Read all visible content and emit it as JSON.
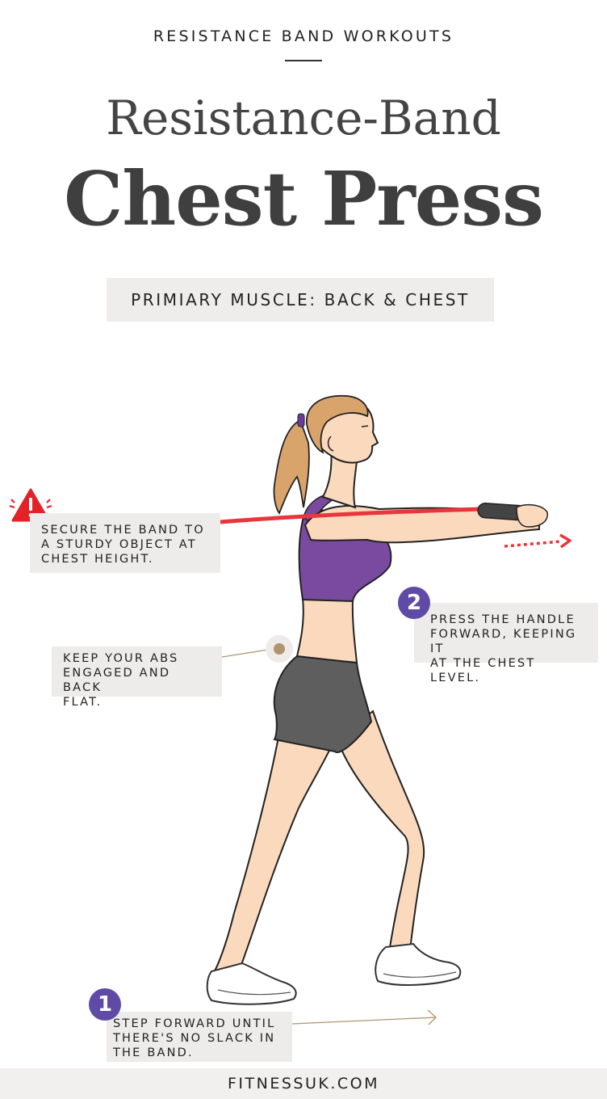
{
  "header": {
    "kicker": "RESISTANCE BAND WORKOUTS",
    "title_line1": "Resistance-Band",
    "title_line2": "Chest Press",
    "muscle_badge": "PRIMIARY MUSCLE: BACK & CHEST"
  },
  "callouts": {
    "secure": {
      "icon": "warning-triangle-icon",
      "lines": [
        "SECURE THE BAND TO",
        "A STURDY OBJECT AT",
        "CHEST HEIGHT."
      ]
    },
    "abs": {
      "icon": "marker-dot-icon",
      "lines": [
        "KEEP YOUR ABS",
        "ENGAGED AND BACK",
        "FLAT."
      ]
    },
    "press": {
      "step": "2",
      "lines": [
        "PRESS THE HANDLE",
        "FORWARD, KEEPING IT",
        "AT THE CHEST LEVEL."
      ]
    },
    "step": {
      "step": "1",
      "lines": [
        "STEP FORWARD UNTIL",
        "THERE'S NO SLACK IN",
        "THE BAND."
      ]
    }
  },
  "footer": {
    "site": "FITNESSUK.COM"
  },
  "colors": {
    "accent_purple": "#5f4aa6",
    "band_red": "#e8363c",
    "warning_red": "#e32126",
    "callout_bg": "#eeecea",
    "marker_gold": "#b09470",
    "skin": "#fbd9bc",
    "top_purple": "#7a4aa0",
    "shorts_gray": "#5e5e5e",
    "hair": "#d9a46b"
  }
}
